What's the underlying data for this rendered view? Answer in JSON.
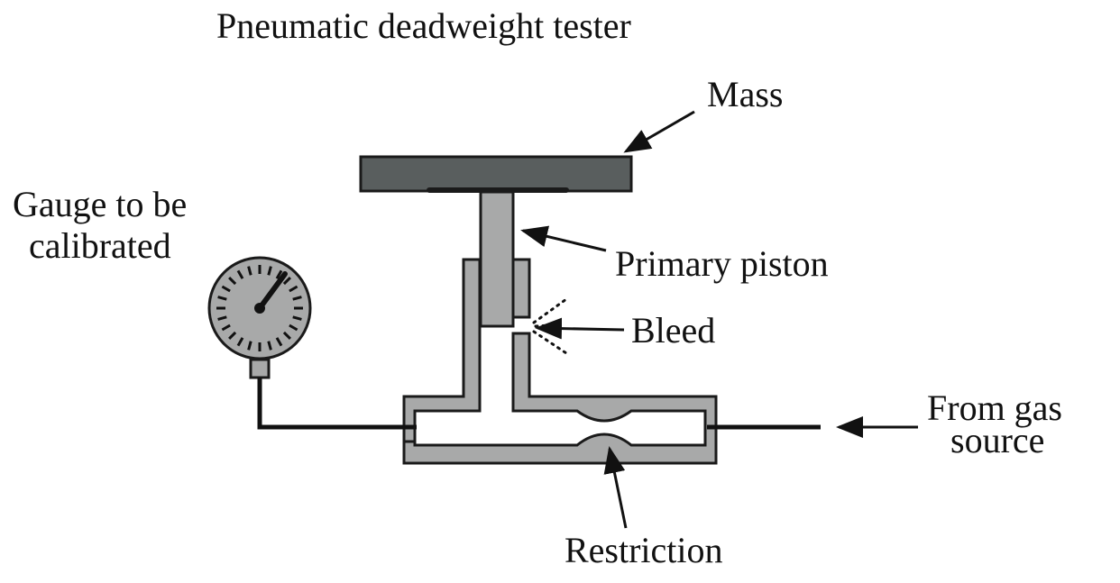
{
  "title": "Pneumatic deadweight tester",
  "labels": {
    "mass": "Mass",
    "primary_piston": "Primary piston",
    "bleed": "Bleed",
    "gauge_line1": "Gauge to be",
    "gauge_line2": "calibrated",
    "gas_line1": "From gas",
    "gas_line2": "source",
    "restriction": "Restriction"
  },
  "colors": {
    "mass": "#595e5e",
    "body": "#a8a9a9",
    "outline": "#1a1a1a",
    "background": "#ffffff"
  }
}
